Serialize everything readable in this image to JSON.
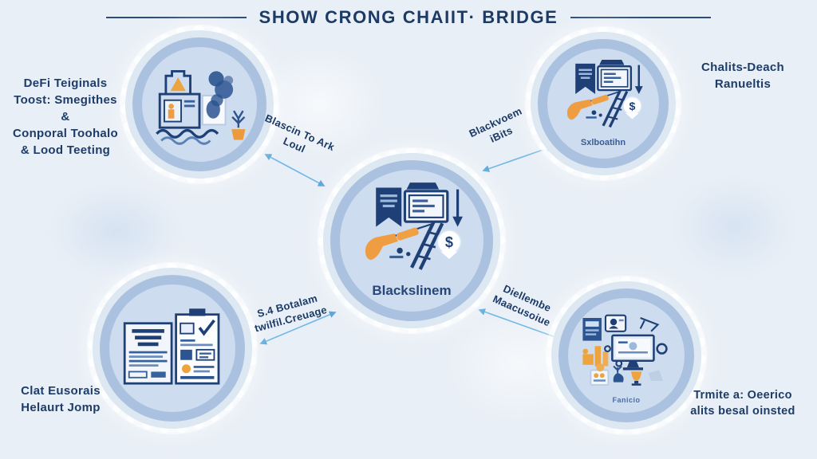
{
  "title": "SHOW CRONG CHAIIT· BRIDGE",
  "colors": {
    "background": "#e9eff6",
    "navy": "#1e4076",
    "orange": "#eda43f",
    "node_ring": "#aac2e0",
    "node_fill": "#cddcee",
    "connector_line": "#6fb7e6",
    "text_navy": "#1d3c68"
  },
  "nodes": {
    "top_left": {
      "icon": "factory-pollution-scene-icon"
    },
    "top_right": {
      "icon": "blockchain-construction-scene-icon",
      "label": "Sxlboatihn"
    },
    "center": {
      "icon": "blockchain-construction-scene-icon",
      "label": "Blackslinem"
    },
    "bottom_left": {
      "icon": "documents-checklist-scene-icon"
    },
    "bottom_right": {
      "icon": "workstation-analytics-scene-icon",
      "label": "Fanicio"
    }
  },
  "side_texts": {
    "top_left": [
      "DeFi Teiginals",
      "Toost: Smegithes",
      "&",
      "Conporal Toohalo",
      "& Lood Teeting"
    ],
    "top_right": [
      "Chalits-Deach",
      "Ranueltis"
    ],
    "bottom_left": [
      "Clat Eusorais",
      "Helaurt Jomp"
    ],
    "bottom_right": [
      "Trmite a: Oeerico",
      "alits besal oinsted"
    ]
  },
  "connector_labels": {
    "top_left": [
      "Blascin To Ark",
      "Loul"
    ],
    "top_right": [
      "Blackvoem",
      "iBits"
    ],
    "bottom_left": [
      "S.4 Botalam",
      "twilfil.Creuage"
    ],
    "bottom_right": [
      "Diellembe",
      "Maacusoiue"
    ]
  },
  "icons": {
    "dollar_badge_glyph": "$"
  }
}
